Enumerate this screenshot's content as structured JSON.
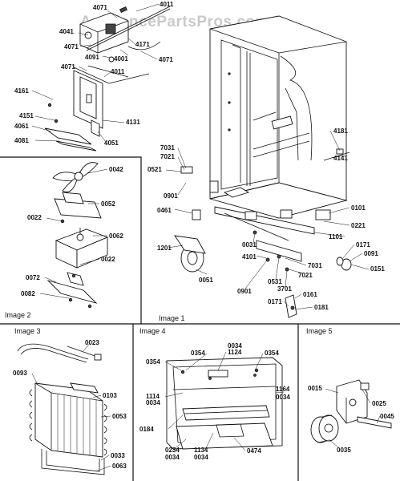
{
  "watermark": "AppliancePartsPros.com",
  "panels": {
    "image1": "Image 1",
    "image2": "Image 2",
    "image3": "Image 3",
    "image4": "Image 4",
    "image5": "Image 5"
  },
  "part_numbers": {
    "p4011a": "4011",
    "p4071a": "4071",
    "p4041": "4041",
    "p4071b": "4071",
    "p4091": "4091",
    "p4001": "4001",
    "p4171": "4171",
    "p4071c": "4071",
    "p4071d": "4071",
    "p4011b": "4011",
    "p4161": "4161",
    "p4151": "4151",
    "p4061": "4061",
    "p4081": "4081",
    "p4131": "4131",
    "p4051": "4051",
    "p4181": "4181",
    "p4141": "4141",
    "p7031a": "7031",
    "p7021a": "7021",
    "p0521": "0521",
    "p0901a": "0901",
    "p0461": "0461",
    "p0101": "0101",
    "p0221": "0221",
    "p1101": "1101",
    "p0031": "0031",
    "p4101": "4101",
    "p1201": "1201",
    "p0051": "0051",
    "p0171a": "0171",
    "p0091": "0091",
    "p0151": "0151",
    "p7031b": "7031",
    "p7021b": "7021",
    "p0531": "0531",
    "p3701": "3701",
    "p0901b": "0901",
    "p0161": "0161",
    "p0171b": "0171",
    "p0181": "0181",
    "p0042": "0042",
    "p0052": "0052",
    "p0022a": "0022",
    "p0062": "0062",
    "p0022b": "0022",
    "p0072": "0072",
    "p0082": "0082",
    "p0023": "0023",
    "p0093": "0093",
    "p0103": "0103",
    "p0053": "0053",
    "p0033": "0033",
    "p0063": "0063",
    "p0354a": "0354",
    "p0034a": "0034",
    "p1124": "1124",
    "p0354b": "0354",
    "p0354c": "0354",
    "p1114": "1114",
    "p0034b": "0034",
    "p1164": "1164",
    "p0034c": "0034",
    "p0184": "0184",
    "p0234": "0234",
    "p0034d": "0034",
    "p1134": "1134",
    "p0034e": "0034",
    "p0474": "0474",
    "p0015": "0015",
    "p0025": "0025",
    "p0045": "0045",
    "p0035": "0035"
  }
}
